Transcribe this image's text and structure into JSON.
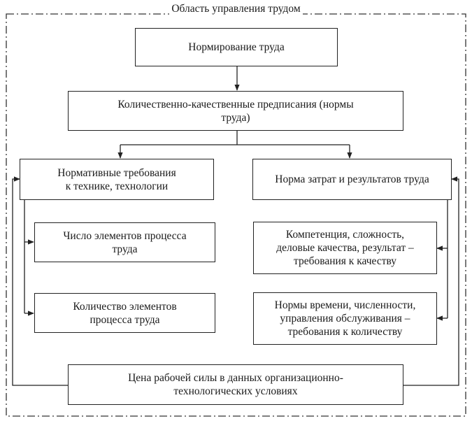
{
  "area_label": "Область управления трудом",
  "nodes": {
    "labor_rationing": "Нормирование труда",
    "prescriptions": "Количественно-качественные предписания (нормы\nтруда)",
    "normative_requirements": "Нормативные требования\nк технике, технологии",
    "norm_costs_results": "Норма затрат и результатов труда",
    "number_of_elements": "Число элементов процесса\nтруда",
    "quantity_of_elements": "Количество элементов\nпроцесса труда",
    "competence": "Компетенция, сложность,\nделовые качества, результат –\nтребования к качеству",
    "time_norms": "Нормы времени, численности,\nуправления обслуживания –\nтребования к количеству",
    "labor_price": "Цена рабочей силы в данных организационно-\nтехнологических условиях"
  }
}
